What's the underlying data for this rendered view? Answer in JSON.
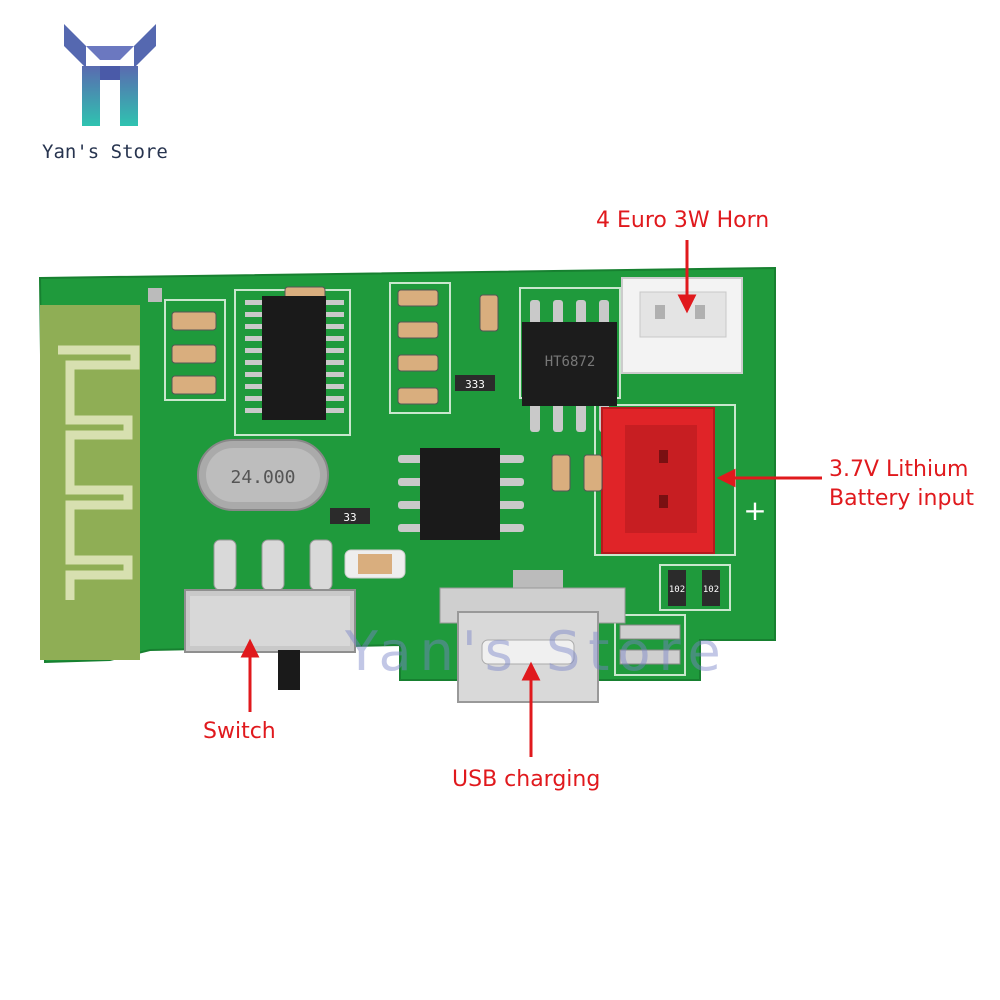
{
  "brand": {
    "name": "Yan's Store",
    "logo_icon": "y-monogram-logo",
    "logo_color_top": "#5a6ab0",
    "logo_color_bottom": "#2fc3b0"
  },
  "board": {
    "pcb_color": "#1f9a3c",
    "crystal_label": "24.000",
    "amp_chip_label": "HT6872",
    "resistor_label_1": "333",
    "resistor_label_2": "33",
    "resistor_label_3": "102",
    "resistor_label_4": "102",
    "plus_marking": "+",
    "watermark": "Yan's Store"
  },
  "callouts": {
    "horn": "4 Euro 3W Horn",
    "battery_line1": "3.7V Lithium",
    "battery_line2": "Battery input",
    "switch": "Switch",
    "usb": "USB charging",
    "color": "#e0191d"
  }
}
